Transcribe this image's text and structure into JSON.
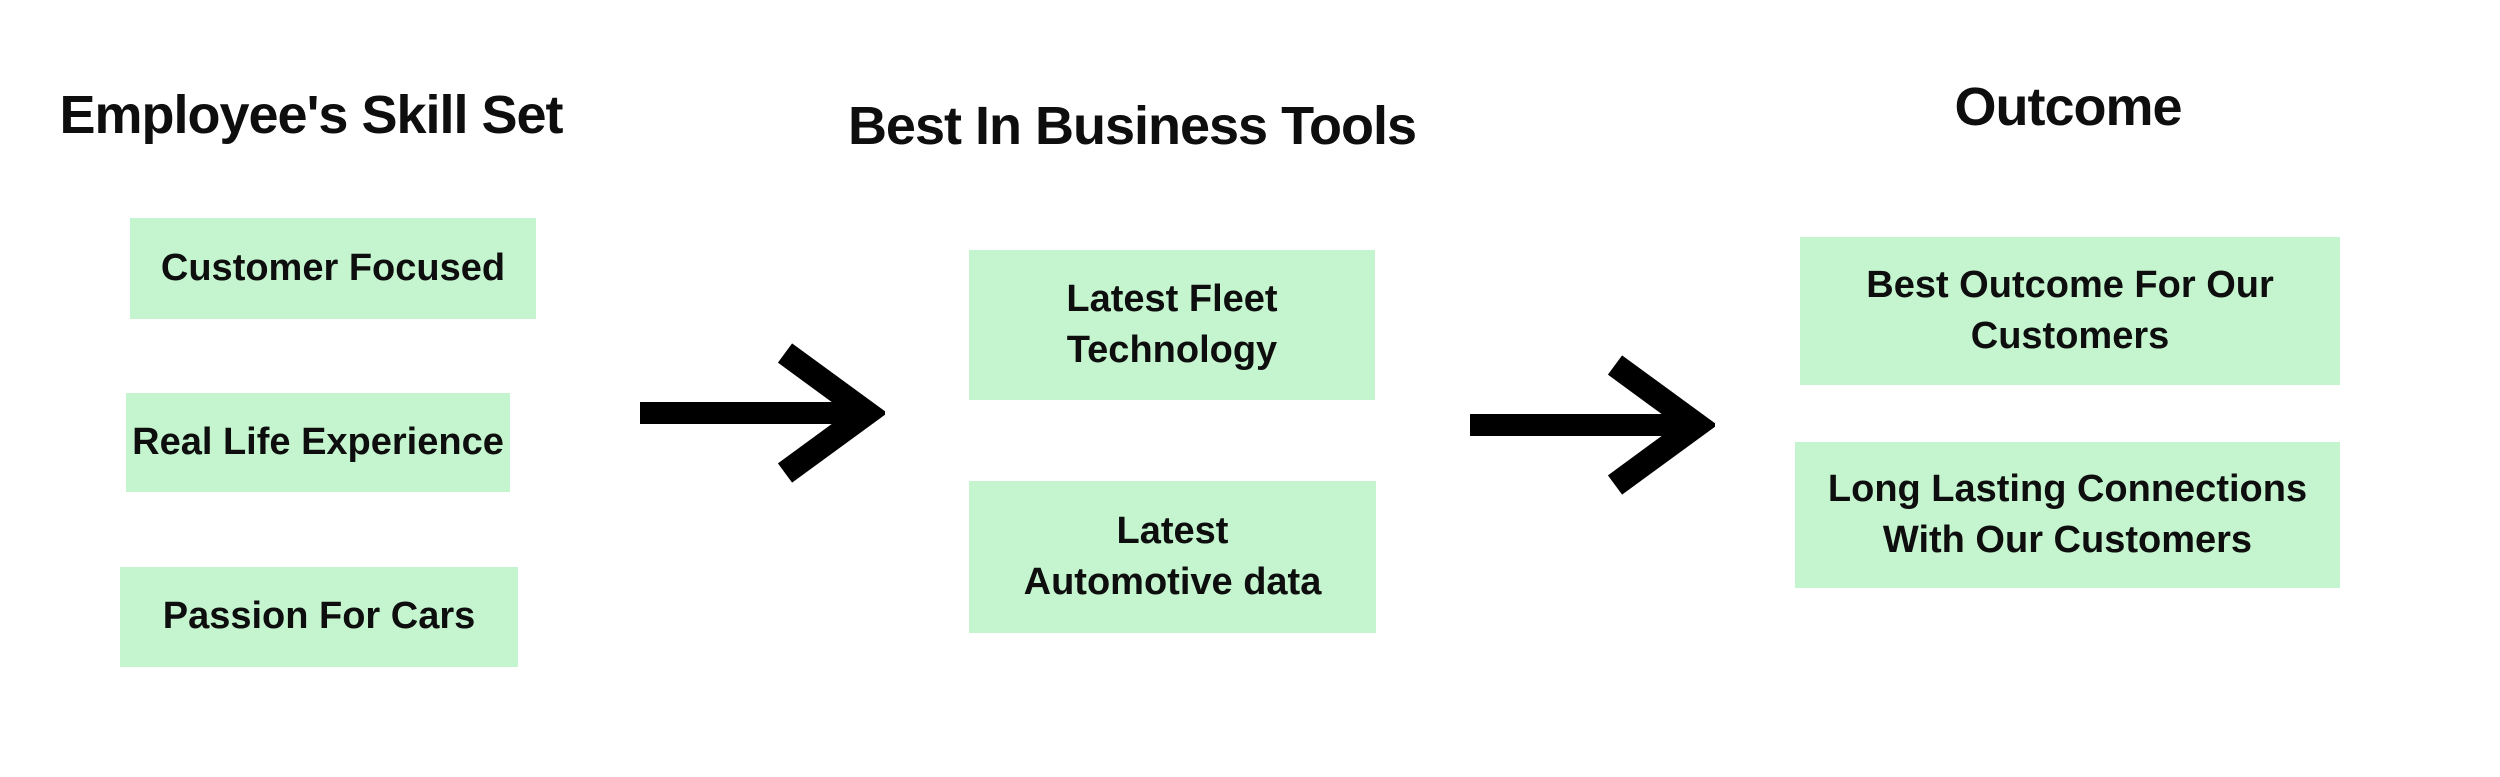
{
  "diagram": {
    "background": "#ffffff",
    "box_color": "#c4f5cf",
    "text_color": "#0e0e0e",
    "arrow_color": "#000000",
    "columns": [
      {
        "title": "Employee's Skill Set",
        "boxes": [
          {
            "label": "Customer Focused"
          },
          {
            "label": "Real Life Experience"
          },
          {
            "label": "Passion For Cars"
          }
        ]
      },
      {
        "title": "Best In Business Tools",
        "boxes": [
          {
            "label": "Latest Fleet\nTechnology"
          },
          {
            "label": "Latest\nAutomotive data"
          }
        ]
      },
      {
        "title": "Outcome",
        "boxes": [
          {
            "label": "Best Outcome For Our\nCustomers"
          },
          {
            "label": "Long Lasting Connections\nWith Our Customers"
          }
        ]
      }
    ],
    "arrows": [
      {
        "name": "skills-to-tools"
      },
      {
        "name": "tools-to-outcome"
      }
    ]
  }
}
